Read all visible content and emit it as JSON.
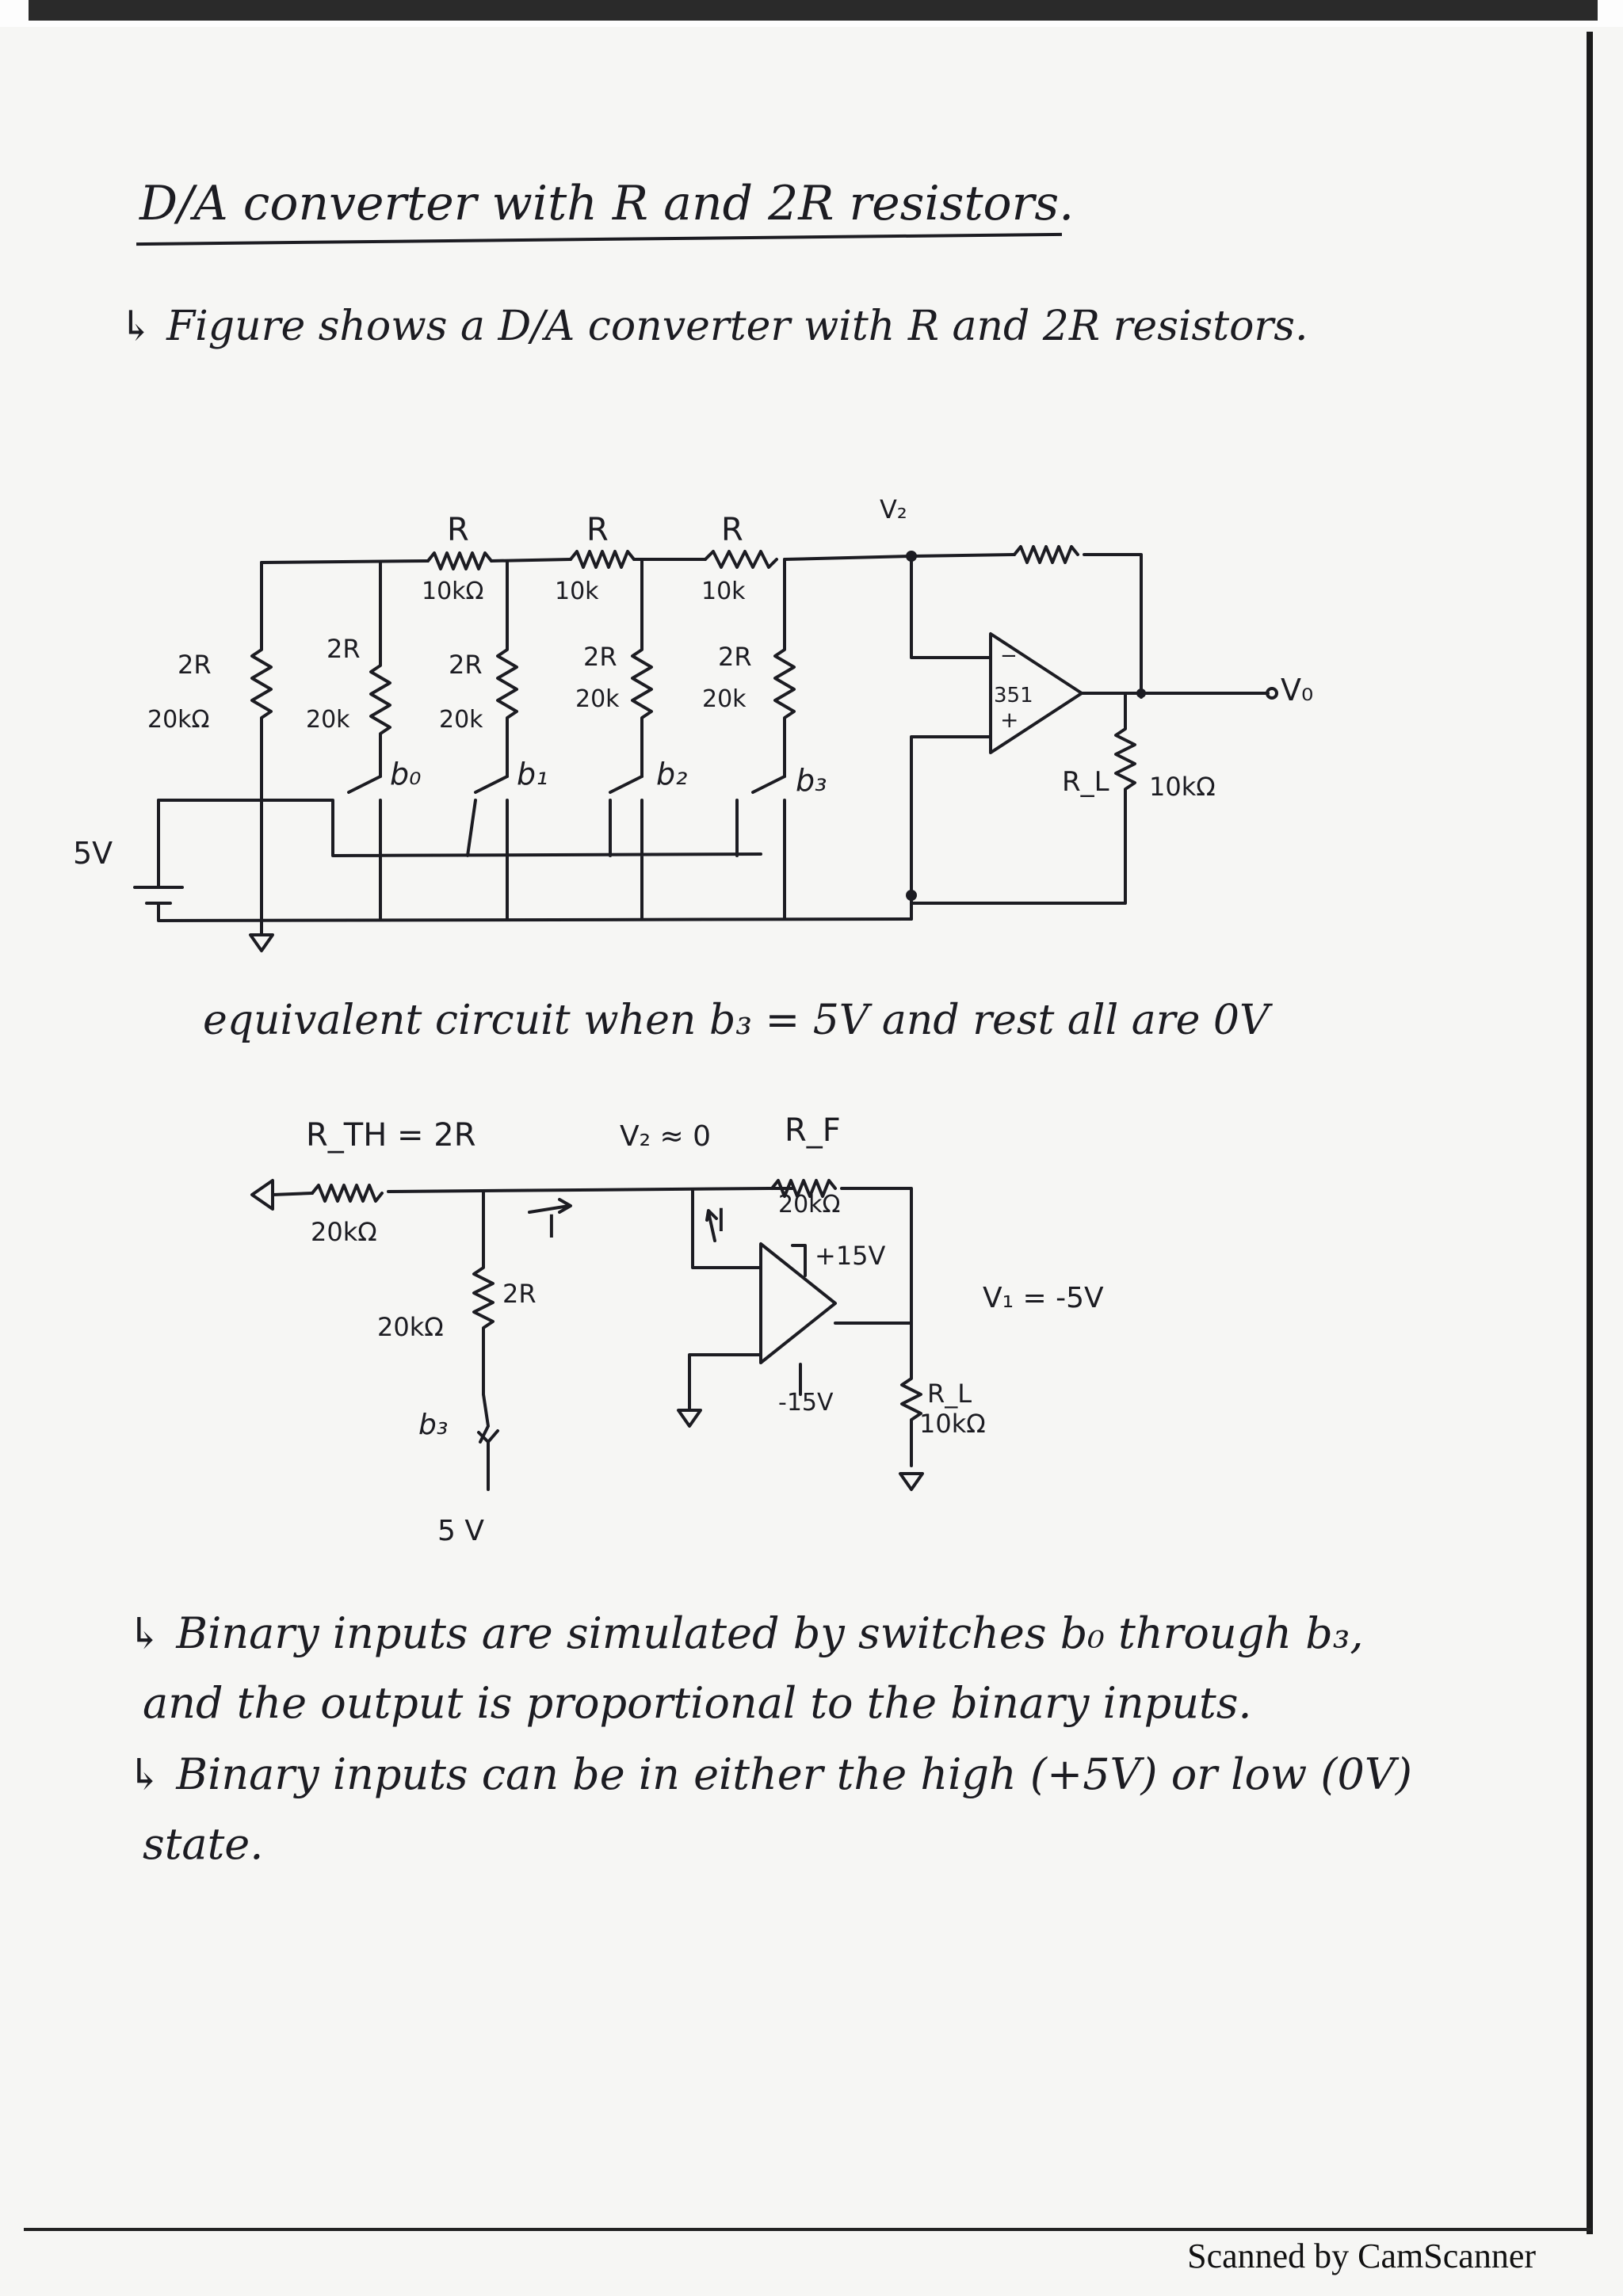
{
  "page": {
    "title": "D/A converter with R and 2R resistors.",
    "intro": "↳ Figure shows a D/A converter with R and 2R resistors.",
    "equivalent_heading": "equivalent circuit when b₃ = 5V and rest all are 0V",
    "notes": [
      "↳ Binary inputs are simulated by switches b₀ through b₃,",
      "and the output is proportional to the binary inputs.",
      "↳ Binary inputs can be in either the high (+5V) or low (0V)",
      "state."
    ],
    "footer": "Scanned by CamScanner"
  },
  "circuit1": {
    "series_labels": [
      "R",
      "R",
      "R"
    ],
    "series_values": [
      "10kΩ",
      "10k",
      "10k"
    ],
    "shunt_labels": [
      "2R",
      "2R",
      "2R",
      "2R",
      "2R"
    ],
    "shunt_values": [
      "20kΩ",
      "20k",
      "20k",
      "20k",
      "20k"
    ],
    "switches": [
      "b₀",
      "b₁",
      "b₂",
      "b₃"
    ],
    "v2": "V₂",
    "opamp": "351",
    "minus": "−",
    "plus": "+",
    "vo": "V₀",
    "rl": "R_L",
    "rl_value": "10kΩ",
    "supply": "5V"
  },
  "circuit2": {
    "rth": "R_TH = 2R",
    "rth_value": "20kΩ",
    "v2": "V₂ ≈ 0",
    "rf": "R_F",
    "rf_value": "20kΩ",
    "current1": "I",
    "current2": "I",
    "shunt_value": "20kΩ",
    "shunt_label": "2R",
    "switch": "b₃",
    "supply": "5 V",
    "vpos": "+15V",
    "vneg": "-15V",
    "vout": "V₁ = -5V",
    "rl": "R_L",
    "rl_value": "10kΩ"
  }
}
